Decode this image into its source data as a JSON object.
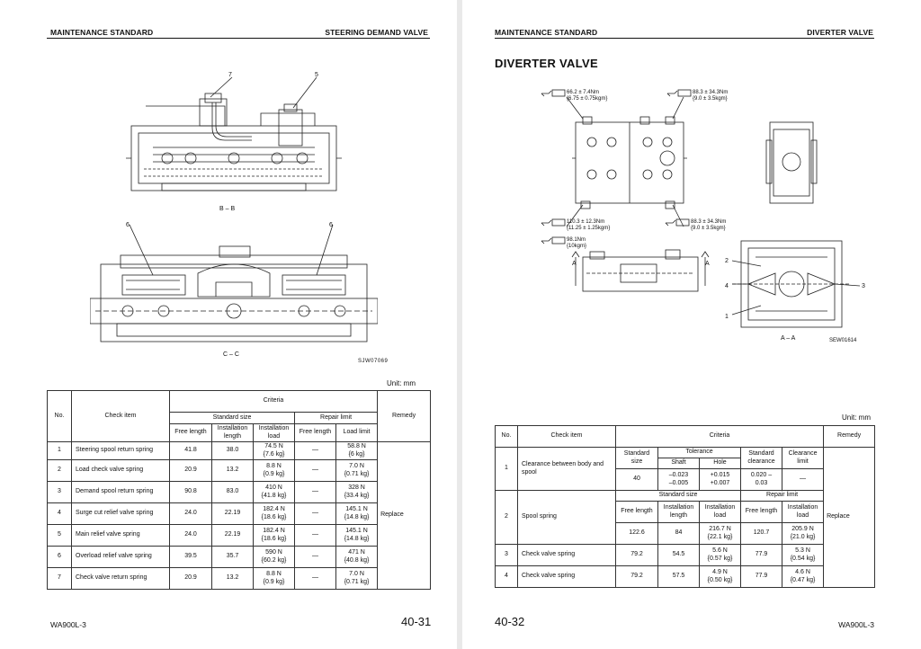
{
  "left": {
    "header_left": "MAINTENANCE STANDARD",
    "header_right": "STEERING DEMAND VALVE",
    "callouts": {
      "c7": "7",
      "c5": "5",
      "c6a": "6",
      "c6b": "6"
    },
    "section_bb": "B – B",
    "section_cc": "C – C",
    "drawing_code": "SJW07069",
    "unit": "Unit: mm",
    "table": {
      "h_no": "No.",
      "h_check": "Check item",
      "h_criteria": "Criteria",
      "h_remedy": "Remedy",
      "h_standard": "Standard size",
      "h_repair": "Repair limit",
      "h_free_length": "Free length",
      "h_install_length": "Installation length",
      "h_install_load": "Installation load",
      "h_free_length2": "Free length",
      "h_load_limit": "Load limit",
      "remedy": "Replace",
      "rows": [
        {
          "no": "1",
          "item": "Steering spool return spring",
          "free": "41.8",
          "inst_len": "38.0",
          "load_n": "74.5 N",
          "load_kg": "{7.6 kg}",
          "rep_free": "—",
          "lim_n": "58.8 N",
          "lim_kg": "{6 kg}"
        },
        {
          "no": "2",
          "item": "Load check valve spring",
          "free": "20.9",
          "inst_len": "13.2",
          "load_n": "8.8 N",
          "load_kg": "{0.9 kg}",
          "rep_free": "—",
          "lim_n": "7.0 N",
          "lim_kg": "{0.71 kg}"
        },
        {
          "no": "3",
          "item": "Demand spool return spring",
          "free": "90.8",
          "inst_len": "83.0",
          "load_n": "410 N",
          "load_kg": "{41.8 kg}",
          "rep_free": "—",
          "lim_n": "328 N",
          "lim_kg": "{33.4 kg}"
        },
        {
          "no": "4",
          "item": "Surge cut relief valve spring",
          "free": "24.0",
          "inst_len": "22.19",
          "load_n": "182.4 N",
          "load_kg": "{18.6 kg}",
          "rep_free": "—",
          "lim_n": "145.1 N",
          "lim_kg": "{14.8 kg}"
        },
        {
          "no": "5",
          "item": "Main relief valve spring",
          "free": "24.0",
          "inst_len": "22.19",
          "load_n": "182.4 N",
          "load_kg": "{18.6 kg}",
          "rep_free": "—",
          "lim_n": "145.1 N",
          "lim_kg": "{14.8 kg}"
        },
        {
          "no": "6",
          "item": "Overload relief valve spring",
          "free": "39.5",
          "inst_len": "35.7",
          "load_n": "590 N",
          "load_kg": "{60.2 kg}",
          "rep_free": "—",
          "lim_n": "471 N",
          "lim_kg": "{40.8 kg}"
        },
        {
          "no": "7",
          "item": "Check valve return spring",
          "free": "20.9",
          "inst_len": "13.2",
          "load_n": "8.8 N",
          "load_kg": "{0.9 kg}",
          "rep_free": "—",
          "lim_n": "7.0 N",
          "lim_kg": "{0.71 kg}"
        }
      ]
    },
    "footer_model": "WA900L-3",
    "footer_page": "40-31"
  },
  "right": {
    "header_left": "MAINTENANCE STANDARD",
    "header_right": "DIVERTER VALVE",
    "title": "DIVERTER VALVE",
    "torque": {
      "t1_a": "66.2 ± 7.4Nm",
      "t1_b": "{6.75 ± 0.75kgm}",
      "t2_a": "88.3 ± 34.3Nm",
      "t2_b": "{9.0 ± 3.5kgm}",
      "t3_a": "110.3 ± 12.3Nm",
      "t3_b": "{11.25 ± 1.25kgm}",
      "t4_a": "88.3 ± 34.3Nm",
      "t4_b": "{9.0 ± 3.5kgm}",
      "t5_a": "98.1Nm",
      "t5_b": "{10kgm}"
    },
    "callouts": {
      "a_left": "A",
      "a_right": "A",
      "c2": "2",
      "c4": "4",
      "c1": "1",
      "c3": "3"
    },
    "section_aa": "A – A",
    "drawing_code": "SEW01614",
    "unit": "Unit: mm",
    "table": {
      "h_no": "No.",
      "h_check": "Check item",
      "h_criteria": "Criteria",
      "h_remedy": "Remedy",
      "row1": {
        "no": "1",
        "item": "Clearance between body and spool",
        "h_std_size": "Standard size",
        "h_tolerance": "Tolerance",
        "h_shaft": "Shaft",
        "h_hole": "Hole",
        "h_std_clear": "Standard clearance",
        "h_clear_limit": "Clearance limit",
        "std": "40",
        "shaft": "–0.023\n–0.005",
        "hole": "+0.015\n+0.007",
        "std_clear": "0.020 –\n0.03",
        "limit": "—"
      },
      "h_standard": "Standard size",
      "h_repair": "Repair limit",
      "h_free_length": "Free length",
      "h_install_length": "Installation length",
      "h_install_load": "Installation load",
      "h_free_length2": "Free length",
      "h_install_load2": "Installation load",
      "remedy": "Replace",
      "springs": [
        {
          "no": "2",
          "item": "Spool spring",
          "free": "122.6",
          "inst_len": "84",
          "load_n": "216.7 N",
          "load_kg": "{22.1 kg}",
          "rep_free": "120.7",
          "lim_n": "205.9 N",
          "lim_kg": "{21.0 kg}"
        },
        {
          "no": "3",
          "item": "Check valve spring",
          "free": "79.2",
          "inst_len": "54.5",
          "load_n": "5.6 N",
          "load_kg": "{0.57 kg}",
          "rep_free": "77.9",
          "lim_n": "5.3 N",
          "lim_kg": "{0.54 kg}"
        },
        {
          "no": "4",
          "item": "Check valve spring",
          "free": "79.2",
          "inst_len": "57.5",
          "load_n": "4.9 N",
          "load_kg": "{0.50 kg}",
          "rep_free": "77.9",
          "lim_n": "4.6 N",
          "lim_kg": "{0.47 kg}"
        }
      ]
    },
    "footer_page": "40-32",
    "footer_model": "WA900L-3"
  }
}
